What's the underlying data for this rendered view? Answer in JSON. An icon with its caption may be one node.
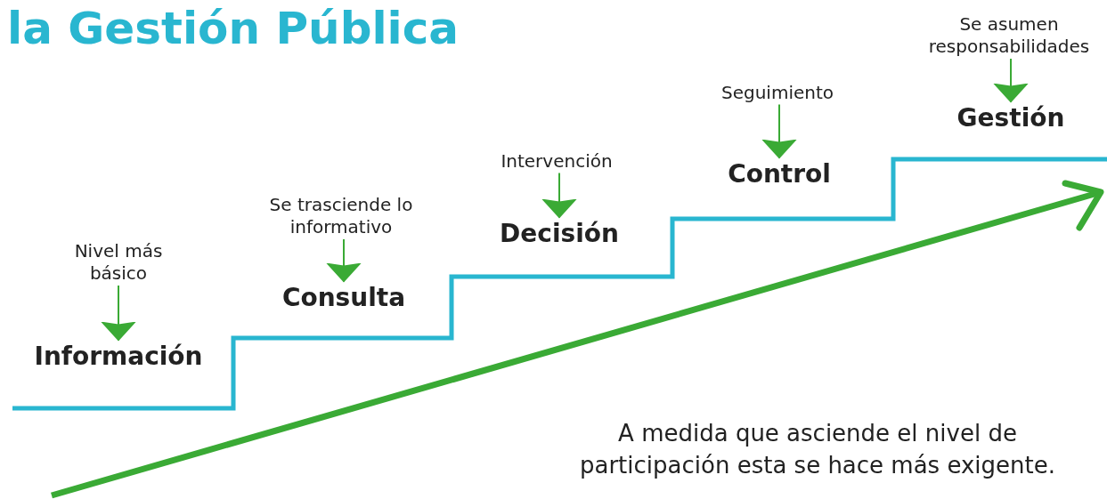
{
  "diagram": {
    "title": "la Gestión Pública",
    "nodes": [
      {
        "text": [
          "Nivel más básico"
        ]
      },
      {
        "text": [
          "Información"
        ]
      },
      {
        "text": [
          "Se trasciende lo informativo"
        ]
      },
      {
        "text": [
          "Consulta"
        ]
      },
      {
        "text": [
          "Intervención"
        ]
      },
      {
        "text": [
          "Decisión"
        ]
      },
      {
        "text": [
          "Seguimiento"
        ]
      },
      {
        "text": [
          "Control"
        ]
      },
      {
        "text": [
          "Se asumen responsabilidades"
        ]
      },
      {
        "text": [
          "Gestión"
        ]
      }
    ],
    "edges": [
      {
        "from": 0,
        "to": 1,
        "arrow": "to"
      },
      {
        "from": 2,
        "to": 3,
        "arrow": "to"
      },
      {
        "from": 4,
        "to": 5,
        "arrow": "to"
      },
      {
        "from": 6,
        "to": 7,
        "arrow": "to"
      },
      {
        "from": 8,
        "to": 9,
        "arrow": "to"
      }
    ],
    "labels": [
      "A medida que asciende el nivel de participación esta se hace más exigente."
    ]
  }
}
